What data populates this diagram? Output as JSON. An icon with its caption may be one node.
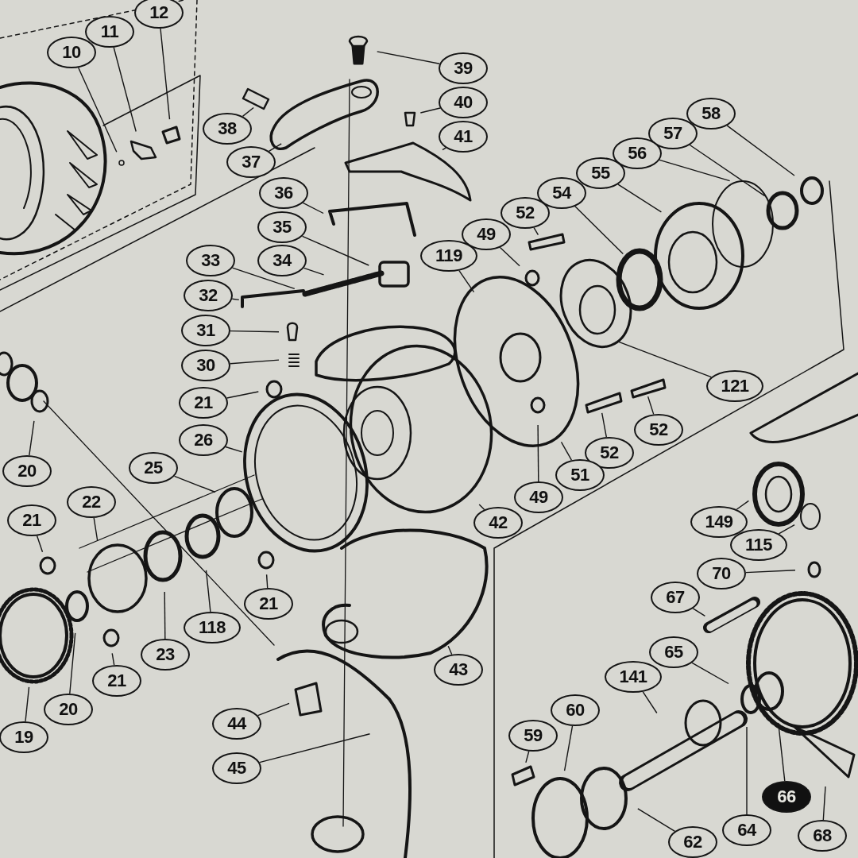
{
  "diagram": {
    "nodes": [
      {
        "text": [
          "12"
        ]
      },
      {
        "text": [
          "11"
        ]
      },
      {
        "text": [
          "10"
        ]
      },
      {
        "text": [
          "39"
        ]
      },
      {
        "text": [
          "40"
        ]
      },
      {
        "text": [
          "58"
        ]
      },
      {
        "text": [
          "38"
        ]
      },
      {
        "text": [
          "57"
        ]
      },
      {
        "text": [
          "41"
        ]
      },
      {
        "text": [
          "56"
        ]
      },
      {
        "text": [
          "37"
        ]
      },
      {
        "text": [
          "55"
        ]
      },
      {
        "text": [
          "36"
        ]
      },
      {
        "text": [
          "54"
        ]
      },
      {
        "text": [
          "52"
        ]
      },
      {
        "text": [
          "35"
        ]
      },
      {
        "text": [
          "49"
        ]
      },
      {
        "text": [
          "119"
        ]
      },
      {
        "text": [
          "33"
        ]
      },
      {
        "text": [
          "34"
        ]
      },
      {
        "text": [
          "32"
        ]
      },
      {
        "text": [
          "31"
        ]
      },
      {
        "text": [
          "30"
        ]
      },
      {
        "text": [
          "121"
        ]
      },
      {
        "text": [
          "21"
        ]
      },
      {
        "text": [
          "52"
        ]
      },
      {
        "text": [
          "26"
        ]
      },
      {
        "text": [
          "52"
        ]
      },
      {
        "text": [
          "25"
        ]
      },
      {
        "text": [
          "20"
        ]
      },
      {
        "text": [
          "51"
        ]
      },
      {
        "text": [
          "49"
        ]
      },
      {
        "text": [
          "22"
        ]
      },
      {
        "text": [
          "149"
        ]
      },
      {
        "text": [
          "42"
        ]
      },
      {
        "text": [
          "21"
        ]
      },
      {
        "text": [
          "115"
        ]
      },
      {
        "text": [
          "70"
        ]
      },
      {
        "text": [
          "21"
        ]
      },
      {
        "text": [
          "67"
        ]
      },
      {
        "text": [
          "118"
        ]
      },
      {
        "text": [
          "65"
        ]
      },
      {
        "text": [
          "23"
        ]
      },
      {
        "text": [
          "43"
        ]
      },
      {
        "text": [
          "141"
        ]
      },
      {
        "text": [
          "21"
        ]
      },
      {
        "text": [
          "20"
        ]
      },
      {
        "text": [
          "60"
        ]
      },
      {
        "text": [
          "44"
        ]
      },
      {
        "text": [
          "59"
        ]
      },
      {
        "text": [
          "19"
        ]
      },
      {
        "text": [
          "45"
        ]
      },
      {
        "text": [
          "66"
        ]
      },
      {
        "text": [
          "64"
        ]
      },
      {
        "text": [
          "68"
        ]
      },
      {
        "text": [
          "62"
        ]
      }
    ],
    "edges": [
      {
        "from": 0,
        "to": null,
        "arrow": "none"
      },
      {
        "from": 1,
        "to": null,
        "arrow": "none"
      },
      {
        "from": 2,
        "to": null,
        "arrow": "none"
      },
      {
        "from": 3,
        "to": null,
        "arrow": "none"
      },
      {
        "from": 4,
        "to": null,
        "arrow": "none"
      },
      {
        "from": 5,
        "to": null,
        "arrow": "none"
      },
      {
        "from": 6,
        "to": null,
        "arrow": "none"
      },
      {
        "from": 7,
        "to": null,
        "arrow": "none"
      },
      {
        "from": 8,
        "to": null,
        "arrow": "none"
      },
      {
        "from": 9,
        "to": null,
        "arrow": "none"
      },
      {
        "from": 10,
        "to": null,
        "arrow": "none"
      },
      {
        "from": 11,
        "to": null,
        "arrow": "none"
      },
      {
        "from": 12,
        "to": null,
        "arrow": "none"
      },
      {
        "from": 13,
        "to": null,
        "arrow": "none"
      },
      {
        "from": 14,
        "to": null,
        "arrow": "none"
      },
      {
        "from": 15,
        "to": null,
        "arrow": "none"
      },
      {
        "from": 16,
        "to": null,
        "arrow": "none"
      },
      {
        "from": 17,
        "to": null,
        "arrow": "none"
      },
      {
        "from": 18,
        "to": null,
        "arrow": "none"
      },
      {
        "from": 19,
        "to": null,
        "arrow": "none"
      },
      {
        "from": 20,
        "to": null,
        "arrow": "none"
      },
      {
        "from": 21,
        "to": null,
        "arrow": "none"
      },
      {
        "from": 22,
        "to": null,
        "arrow": "none"
      },
      {
        "from": 23,
        "to": null,
        "arrow": "none"
      },
      {
        "from": 24,
        "to": null,
        "arrow": "none"
      },
      {
        "from": 25,
        "to": null,
        "arrow": "none"
      },
      {
        "from": 26,
        "to": null,
        "arrow": "none"
      },
      {
        "from": 27,
        "to": null,
        "arrow": "none"
      },
      {
        "from": 28,
        "to": null,
        "arrow": "none"
      },
      {
        "from": 29,
        "to": null,
        "arrow": "none"
      },
      {
        "from": 30,
        "to": null,
        "arrow": "none"
      },
      {
        "from": 31,
        "to": null,
        "arrow": "none"
      },
      {
        "from": 32,
        "to": null,
        "arrow": "none"
      },
      {
        "from": 33,
        "to": null,
        "arrow": "none"
      },
      {
        "from": 34,
        "to": null,
        "arrow": "none"
      },
      {
        "from": 35,
        "to": null,
        "arrow": "none"
      },
      {
        "from": 36,
        "to": null,
        "arrow": "none"
      },
      {
        "from": 37,
        "to": null,
        "arrow": "none"
      },
      {
        "from": 38,
        "to": null,
        "arrow": "none"
      },
      {
        "from": 39,
        "to": null,
        "arrow": "none"
      },
      {
        "from": 40,
        "to": null,
        "arrow": "none"
      },
      {
        "from": 41,
        "to": null,
        "arrow": "none"
      },
      {
        "from": 42,
        "to": null,
        "arrow": "none"
      },
      {
        "from": 43,
        "to": null,
        "arrow": "none"
      },
      {
        "from": 44,
        "to": null,
        "arrow": "none"
      },
      {
        "from": 45,
        "to": null,
        "arrow": "none"
      },
      {
        "from": 46,
        "to": null,
        "arrow": "none"
      },
      {
        "from": 47,
        "to": null,
        "arrow": "none"
      },
      {
        "from": 48,
        "to": null,
        "arrow": "none"
      },
      {
        "from": 49,
        "to": null,
        "arrow": "none"
      },
      {
        "from": 50,
        "to": null,
        "arrow": "none"
      },
      {
        "from": 51,
        "to": null,
        "arrow": "none"
      },
      {
        "from": 52,
        "to": null,
        "arrow": "none"
      },
      {
        "from": 53,
        "to": null,
        "arrow": "none"
      },
      {
        "from": 54,
        "to": null,
        "arrow": "none"
      },
      {
        "from": 55,
        "to": null,
        "arrow": "none"
      }
    ]
  }
}
